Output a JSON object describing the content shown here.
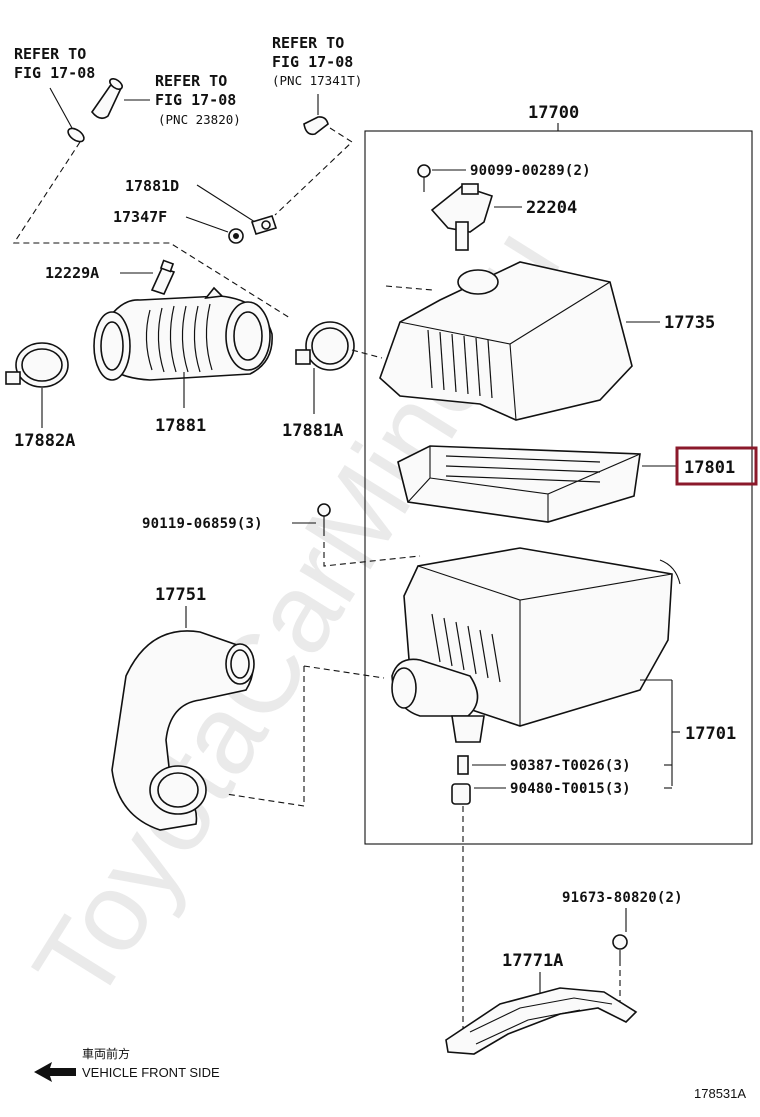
{
  "watermark": "ToyotaCarMine.ru",
  "references": {
    "ref_left": {
      "line1": "REFER TO",
      "line2": "FIG 17-08"
    },
    "ref_mid": {
      "line1": "REFER TO",
      "line2": "FIG 17-08",
      "line3": "(PNC 23820)"
    },
    "ref_top": {
      "line1": "REFER TO",
      "line2": "FIG 17-08",
      "line3": "(PNC 17341T)"
    }
  },
  "callouts": {
    "assembly": "17700",
    "bolt_top": "90099-00289(2)",
    "sensor": "22204",
    "cap": "17735",
    "filter": "17801",
    "bolt_mid": "90119-06859(3)",
    "case": "17701",
    "grommet_a": "90387-T0026(3)",
    "grommet_b": "90480-T0015(3)",
    "hose_clamp_a": "17881D",
    "clamp_small": "17347F",
    "joint": "12229A",
    "clamp_left": "17882A",
    "hose": "17881",
    "clamp_right": "17881A",
    "inlet": "17751",
    "bolt_bracket": "91673-80820(2)",
    "bracket": "17771A"
  },
  "highlight_color": "#8b1a2b",
  "front": {
    "jp": "車両前方",
    "en": "VEHICLE FRONT SIDE",
    "arrow_icon": "arrow-left-icon"
  },
  "diagram_id": "178531A"
}
